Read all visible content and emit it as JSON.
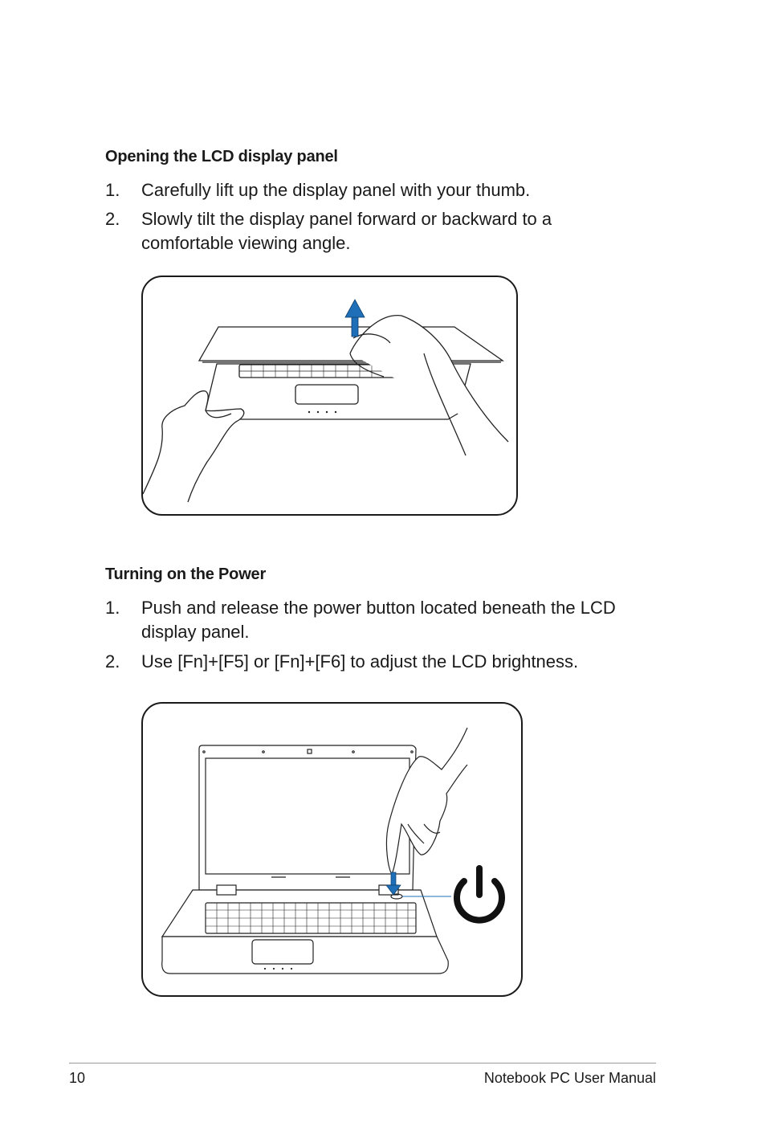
{
  "section1": {
    "heading": "Opening the LCD display panel",
    "steps": [
      {
        "num": "1.",
        "text": "Carefully lift up the display panel with your thumb."
      },
      {
        "num": "2.",
        "text": "Slowly tilt the display panel forward or backward to a comfortable viewing angle."
      }
    ]
  },
  "section2": {
    "heading": "Turning on the Power",
    "steps": [
      {
        "num": "1.",
        "text": "Push and release the power button located beneath the LCD display panel."
      },
      {
        "num": "2.",
        "text": "Use [Fn]+[F5] or [Fn]+[F6] to adjust the LCD brightness."
      }
    ]
  },
  "footer": {
    "page_number": "10",
    "manual_title": "Notebook PC User Manual"
  },
  "colors": {
    "arrow": "#1f6fb8",
    "line": "#222222"
  }
}
